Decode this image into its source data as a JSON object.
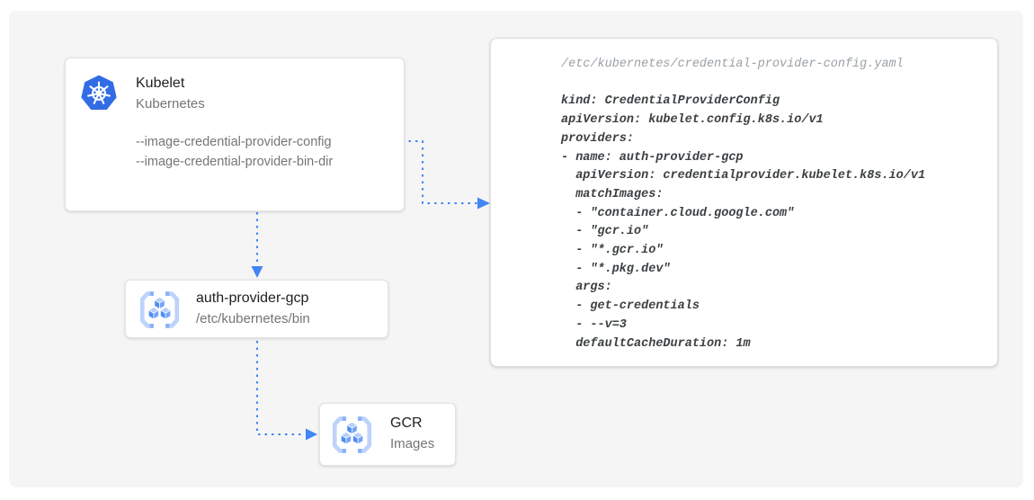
{
  "diagram": {
    "nodes": {
      "kubelet": {
        "title": "Kubelet",
        "subtitle": "Kubernetes",
        "icon": "kubernetes-icon",
        "flags": [
          "--image-credential-provider-config",
          "--image-credential-provider-bin-dir"
        ]
      },
      "auth_provider": {
        "title": "auth-provider-gcp",
        "subtitle": "/etc/kubernetes/bin",
        "icon": "gcr-icon"
      },
      "gcr": {
        "title": "GCR",
        "subtitle": "Images",
        "icon": "gcr-icon"
      }
    },
    "connections": [
      {
        "from": "kubelet-flag-config",
        "to": "config-file-panel",
        "style": "dotted-arrow"
      },
      {
        "from": "kubelet",
        "to": "auth-provider-gcp",
        "style": "dotted-arrow"
      },
      {
        "from": "auth-provider-gcp",
        "to": "gcr",
        "style": "dotted-arrow"
      }
    ]
  },
  "config_file": {
    "path": "/etc/kubernetes/credential-provider-config.yaml",
    "yaml_lines": [
      "kind: CredentialProviderConfig",
      "apiVersion: kubelet.config.k8s.io/v1",
      "providers:",
      "- name: auth-provider-gcp",
      "  apiVersion: credentialprovider.kubelet.k8s.io/v1",
      "  matchImages:",
      "  - \"container.cloud.google.com\"",
      "  - \"gcr.io\"",
      "  - \"*.gcr.io\"",
      "  - \"*.pkg.dev\"",
      "  args:",
      "  - get-credentials",
      "  - --v=3",
      "  defaultCacheDuration: 1m"
    ]
  },
  "colors": {
    "arrow_blue": "#4285f4",
    "kubernetes_blue": "#326ce5",
    "stage_background": "#f5f5f5",
    "panel_background": "#ffffff",
    "title_text": "#212121",
    "subtitle_text": "#757575",
    "yaml_path_text": "#9aa0a6",
    "yaml_body_text": "#3c4043"
  }
}
